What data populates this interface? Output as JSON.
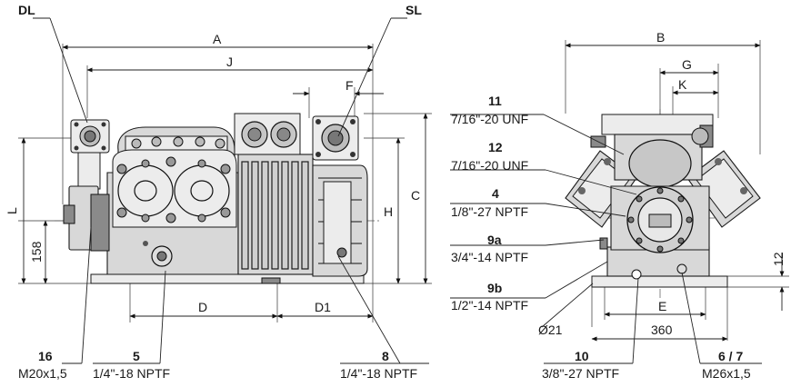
{
  "side_view": {
    "dims": {
      "A": "A",
      "J": "J",
      "F": "F",
      "C": "C",
      "H": "H",
      "L": "L",
      "158": "158",
      "D": "D",
      "D1": "D1"
    },
    "ports": {
      "DL": "DL",
      "SL": "SL"
    },
    "callouts": [
      {
        "num": "16",
        "spec": "M20x1,5"
      },
      {
        "num": "5",
        "spec": "1/4\"-18 NPTF"
      },
      {
        "num": "8",
        "spec": "1/4\"-18 NPTF"
      }
    ]
  },
  "front_view": {
    "dims": {
      "B": "B",
      "G": "G",
      "K": "K",
      "E": "E",
      "360": "360",
      "12": "12",
      "diameter": "Ø21"
    },
    "callouts": [
      {
        "num": "11",
        "spec": "7/16\"-20 UNF"
      },
      {
        "num": "12",
        "spec": "7/16\"-20 UNF"
      },
      {
        "num": "4",
        "spec": "1/8\"-27 NPTF"
      },
      {
        "num": "9a",
        "spec": "3/4\"-14 NPTF"
      },
      {
        "num": "9b",
        "spec": "1/2\"-14 NPTF"
      },
      {
        "num": "10",
        "spec": "3/8\"-27 NPTF"
      },
      {
        "num": "6 / 7",
        "spec": "M26x1,5"
      }
    ]
  }
}
